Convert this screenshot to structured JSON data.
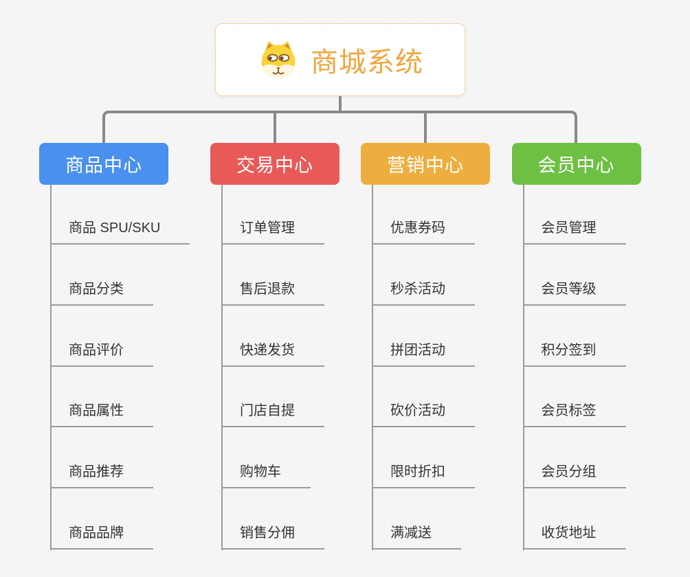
{
  "app": {
    "background": "#F5F5F6"
  },
  "root": {
    "label": "商城系统",
    "icon": "dog-face-icon",
    "text_color": "#F0A63F",
    "border_color": "#F0A63F",
    "background": "#FFFFFF"
  },
  "connectors": {
    "primary_color": "#898989",
    "secondary_color": "#9B9B9B"
  },
  "leaf_text_color": "#333333",
  "branches": [
    {
      "label": "商品中心",
      "color": "#4A90EE",
      "children": [
        "商品 SPU/SKU",
        "商品分类",
        "商品评价",
        "商品属性",
        "商品推荐",
        "商品品牌"
      ]
    },
    {
      "label": "交易中心",
      "color": "#E85A58",
      "children": [
        "订单管理",
        "售后退款",
        "快递发货",
        "门店自提",
        "购物车",
        "销售分佣"
      ]
    },
    {
      "label": "营销中心",
      "color": "#EDAE3F",
      "children": [
        "优惠券码",
        "秒杀活动",
        "拼团活动",
        "砍价活动",
        "限时折扣",
        "满减送"
      ]
    },
    {
      "label": "会员中心",
      "color": "#6EC043",
      "children": [
        "会员管理",
        "会员等级",
        "积分签到",
        "会员标签",
        "会员分组",
        "收货地址"
      ]
    }
  ]
}
